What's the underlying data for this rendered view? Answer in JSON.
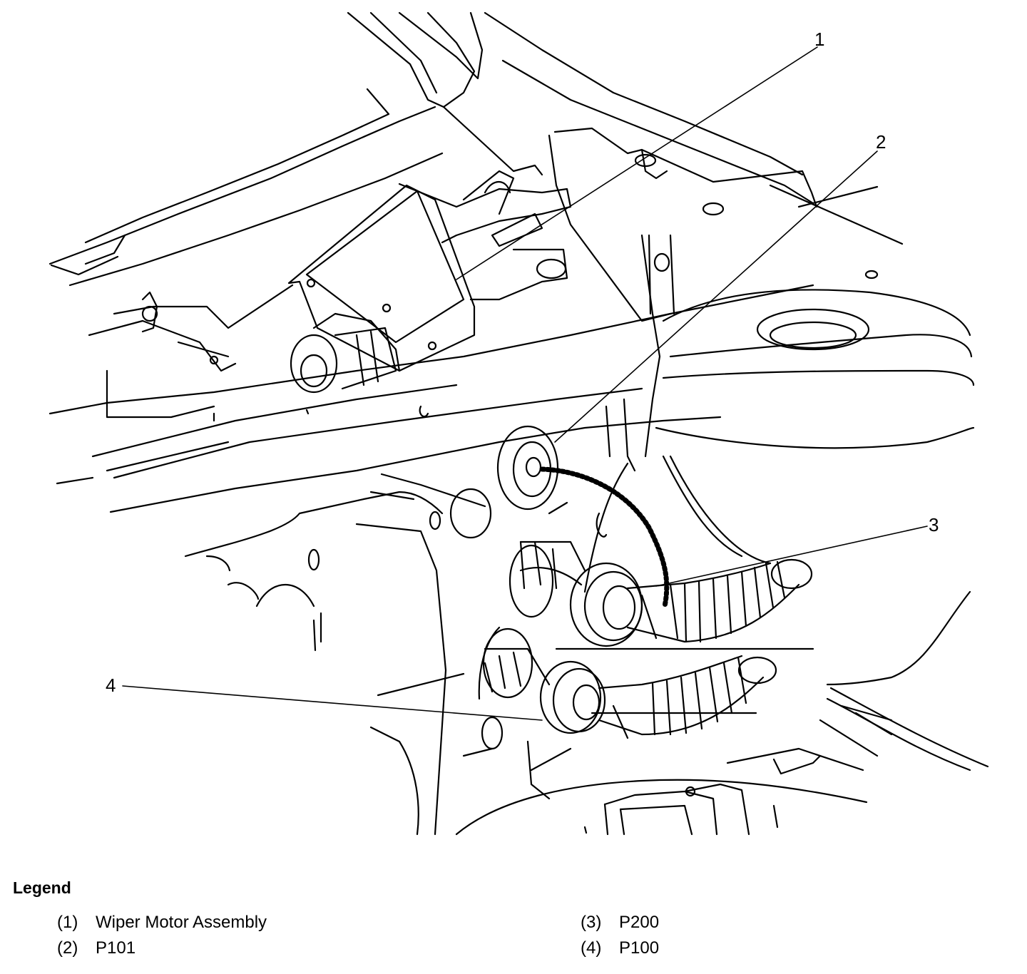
{
  "diagram": {
    "callouts": [
      {
        "number": "1"
      },
      {
        "number": "2"
      },
      {
        "number": "3"
      },
      {
        "number": "4"
      }
    ],
    "line_color": "#000000",
    "background": "#ffffff"
  },
  "legend": {
    "title": "Legend",
    "items": [
      {
        "num": "(1)",
        "label": "Wiper Motor Assembly"
      },
      {
        "num": "(2)",
        "label": "P101"
      },
      {
        "num": "(3)",
        "label": "P200"
      },
      {
        "num": "(4)",
        "label": "P100"
      }
    ]
  }
}
